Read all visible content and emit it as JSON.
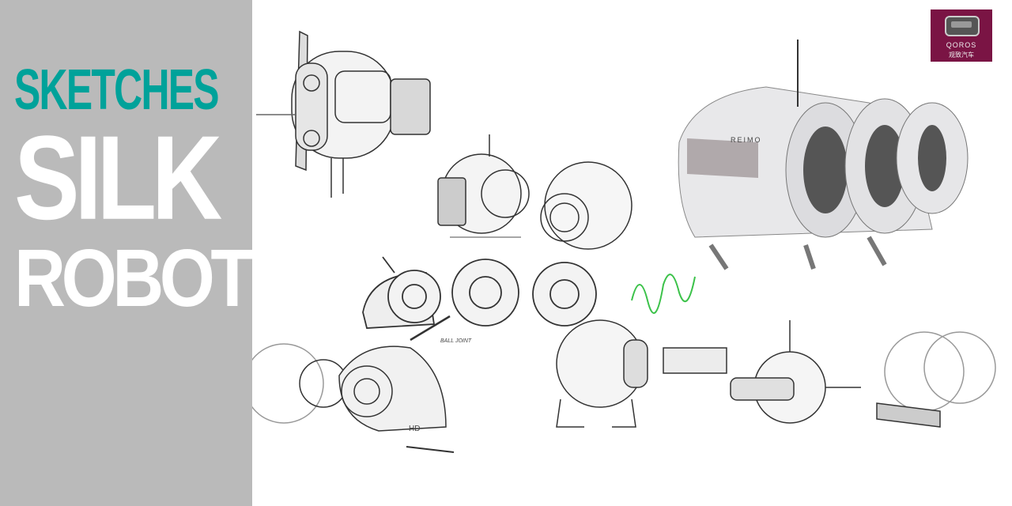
{
  "title": {
    "line1": "SKETCHES",
    "line2": "SILK",
    "line3": "ROBOT"
  },
  "logo": {
    "brand": "QOROS",
    "chinese": "观致汽车",
    "color": "#7a1444"
  },
  "sketch_labels": {
    "ball_joint": "BALL JOINT",
    "model_badge": "REIMO",
    "hd_mark": "HD"
  },
  "colors": {
    "panel": "#bababa",
    "accent": "#00a29a",
    "title_white": "#ffffff",
    "wave": "#3cc24a"
  }
}
